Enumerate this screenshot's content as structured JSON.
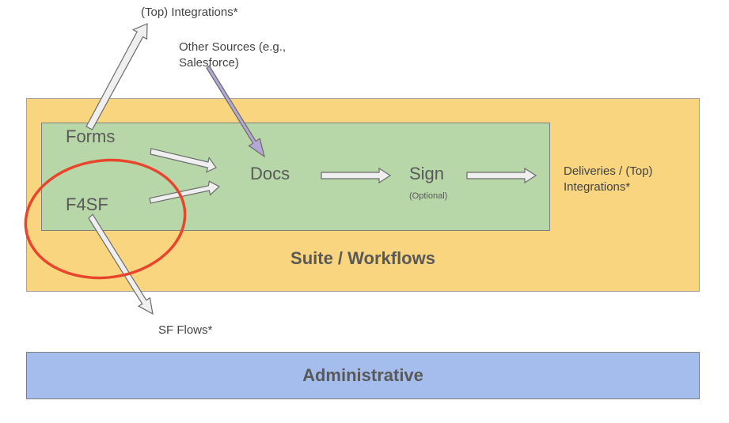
{
  "diagram": {
    "suite_title": "Suite / Workflows",
    "admin_title": "Administrative",
    "nodes": {
      "forms": "Forms",
      "f4sf": "F4SF",
      "docs": "Docs",
      "sign": "Sign",
      "sign_note": "(Optional)"
    },
    "external": {
      "top_integrations": "(Top) Integrations*",
      "other_sources": "Other Sources (e.g., Salesforce)",
      "deliveries": "Deliveries / (Top) Integrations*",
      "sf_flows": "SF Flows*"
    },
    "colors": {
      "suite_fill": "#f8d57e",
      "inner_fill": "#b8d7a8",
      "admin_fill": "#a4bdec",
      "arrow_fill": "#efefef",
      "arrow_other_sources": "#b4a7d6",
      "highlight_circle": "#e8452c"
    }
  }
}
